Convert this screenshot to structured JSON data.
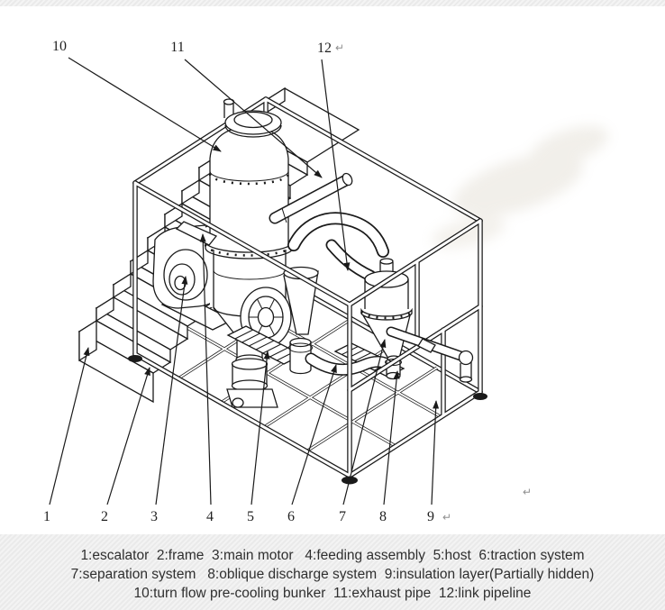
{
  "callouts": {
    "top": [
      "10",
      "11",
      "12"
    ],
    "bottom": [
      "1",
      "2",
      "3",
      "4",
      "5",
      "6",
      "7",
      "8",
      "9"
    ]
  },
  "legend": [
    {
      "number": "1",
      "label": "escalator"
    },
    {
      "number": "2",
      "label": "frame"
    },
    {
      "number": "3",
      "label": "main motor"
    },
    {
      "number": "4",
      "label": "feeding assembly"
    },
    {
      "number": "5",
      "label": "host"
    },
    {
      "number": "6",
      "label": "traction system"
    },
    {
      "number": "7",
      "label": "separation system"
    },
    {
      "number": "8",
      "label": "oblique discharge system"
    },
    {
      "number": "9",
      "label": "insulation layer(Partially hidden)"
    },
    {
      "number": "10",
      "label": "turn flow pre-cooling bunker"
    },
    {
      "number": "11",
      "label": "exhaust pipe"
    },
    {
      "number": "12",
      "label": "link pipeline"
    }
  ],
  "caption": {
    "lines": [
      "1:escalator  2:frame  3:main motor   4:feeding assembly  5:host  6:traction system",
      "7:separation system   8:oblique discharge system  9:insulation layer(Partially hidden)",
      "10:turn flow pre-cooling bunker  11:exhaust pipe  12:link pipeline"
    ]
  },
  "marks": {
    "return_mark": "↵"
  },
  "colors": {
    "line": "#1a1a1a",
    "caption_text": "#2f2f2f",
    "band_bg": "#ececec",
    "mark_gray": "#8f8f8f",
    "watermark": "#d6cfc0"
  }
}
